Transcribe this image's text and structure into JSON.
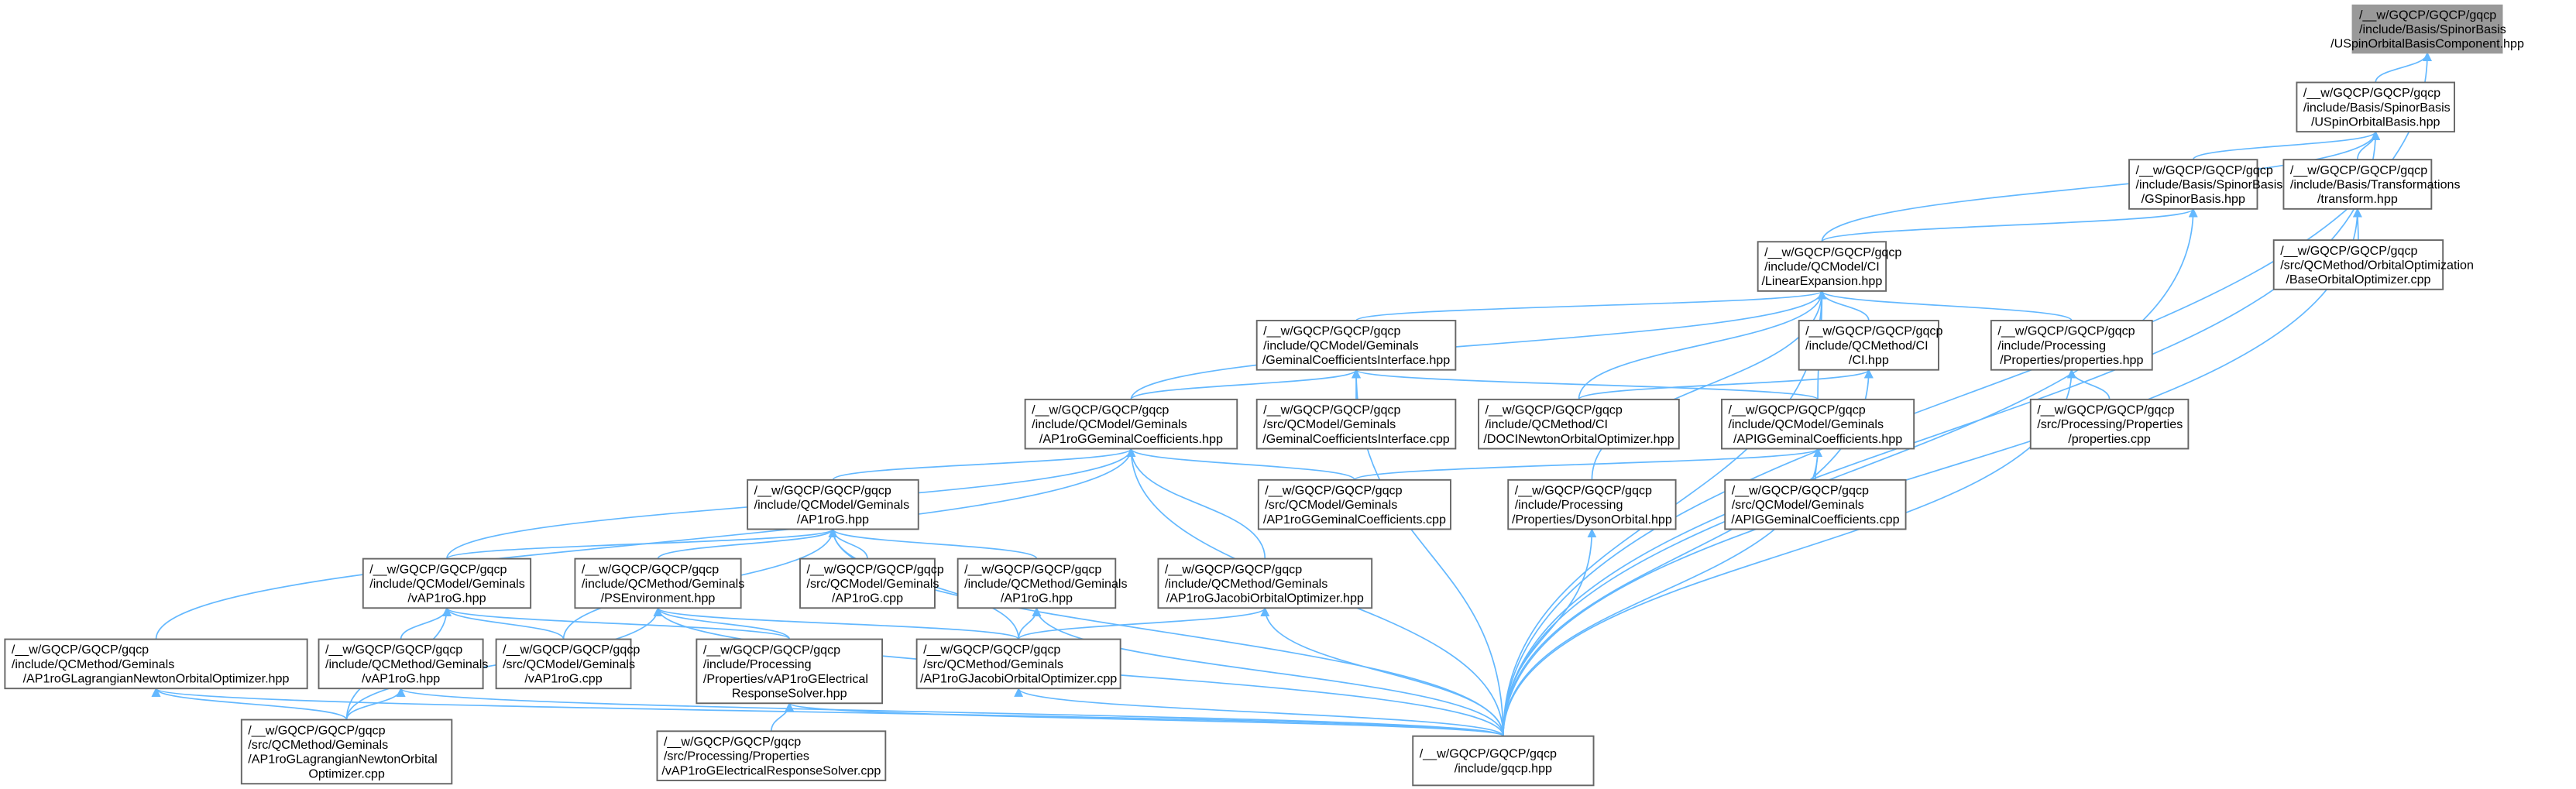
{
  "graph": {
    "colors": {
      "edge": "#63b8ff",
      "border": "#666666",
      "highlight_fill": "#999999"
    },
    "nodes": [
      {
        "id": "n0",
        "lines": [
          "/__w/GQCP/GQCP/gqcp",
          "/include/Basis/SpinorBasis",
          "/USpinOrbitalBasisComponent.hpp"
        ],
        "highlighted": true
      },
      {
        "id": "n1",
        "lines": [
          "/__w/GQCP/GQCP/gqcp",
          "/include/Basis/SpinorBasis",
          "/USpinOrbitalBasis.hpp"
        ]
      },
      {
        "id": "n2",
        "lines": [
          "/__w/GQCP/GQCP/gqcp",
          "/include/Basis/SpinorBasis",
          "/GSpinorBasis.hpp"
        ]
      },
      {
        "id": "n3",
        "lines": [
          "/__w/GQCP/GQCP/gqcp",
          "/include/Basis/Transformations",
          "/transform.hpp"
        ]
      },
      {
        "id": "n4",
        "lines": [
          "/__w/GQCP/GQCP/gqcp",
          "/src/QCMethod/OrbitalOptimization",
          "/BaseOrbitalOptimizer.cpp"
        ]
      },
      {
        "id": "n5",
        "lines": [
          "/__w/GQCP/GQCP/gqcp",
          "/include/QCModel/CI",
          "/LinearExpansion.hpp"
        ]
      },
      {
        "id": "n6",
        "lines": [
          "/__w/GQCP/GQCP/gqcp",
          "/include/QCModel/Geminals",
          "/GeminalCoefficientsInterface.hpp"
        ]
      },
      {
        "id": "n7",
        "lines": [
          "/__w/GQCP/GQCP/gqcp",
          "/include/QCMethod/CI",
          "/CI.hpp"
        ]
      },
      {
        "id": "n8",
        "lines": [
          "/__w/GQCP/GQCP/gqcp",
          "/include/Processing",
          "/Properties/properties.hpp"
        ]
      },
      {
        "id": "n9",
        "lines": [
          "/__w/GQCP/GQCP/gqcp",
          "/include/QCModel/Geminals",
          "/AP1roGGeminalCoefficients.hpp"
        ]
      },
      {
        "id": "n10",
        "lines": [
          "/__w/GQCP/GQCP/gqcp",
          "/src/QCModel/Geminals",
          "/GeminalCoefficientsInterface.cpp"
        ]
      },
      {
        "id": "n11",
        "lines": [
          "/__w/GQCP/GQCP/gqcp",
          "/include/QCMethod/CI",
          "/DOCINewtonOrbitalOptimizer.hpp"
        ]
      },
      {
        "id": "n12",
        "lines": [
          "/__w/GQCP/GQCP/gqcp",
          "/include/QCModel/Geminals",
          "/APIGGeminalCoefficients.hpp"
        ]
      },
      {
        "id": "n13",
        "lines": [
          "/__w/GQCP/GQCP/gqcp",
          "/src/Processing/Properties",
          "/properties.cpp"
        ]
      },
      {
        "id": "n14",
        "lines": [
          "/__w/GQCP/GQCP/gqcp",
          "/include/QCModel/Geminals",
          "/AP1roG.hpp"
        ]
      },
      {
        "id": "n15",
        "lines": [
          "/__w/GQCP/GQCP/gqcp",
          "/src/QCModel/Geminals",
          "/AP1roGGeminalCoefficients.cpp"
        ]
      },
      {
        "id": "n16",
        "lines": [
          "/__w/GQCP/GQCP/gqcp",
          "/include/Processing",
          "/Properties/DysonOrbital.hpp"
        ]
      },
      {
        "id": "n17",
        "lines": [
          "/__w/GQCP/GQCP/gqcp",
          "/src/QCModel/Geminals",
          "/APIGGeminalCoefficients.cpp"
        ]
      },
      {
        "id": "n18",
        "lines": [
          "/__w/GQCP/GQCP/gqcp",
          "/include/QCModel/Geminals",
          "/vAP1roG.hpp"
        ]
      },
      {
        "id": "n19",
        "lines": [
          "/__w/GQCP/GQCP/gqcp",
          "/include/QCMethod/Geminals",
          "/PSEnvironment.hpp"
        ]
      },
      {
        "id": "n20",
        "lines": [
          "/__w/GQCP/GQCP/gqcp",
          "/src/QCModel/Geminals",
          "/AP1roG.cpp"
        ]
      },
      {
        "id": "n21",
        "lines": [
          "/__w/GQCP/GQCP/gqcp",
          "/include/QCMethod/Geminals",
          "/AP1roG.hpp"
        ]
      },
      {
        "id": "n22",
        "lines": [
          "/__w/GQCP/GQCP/gqcp",
          "/include/QCMethod/Geminals",
          "/AP1roGJacobiOrbitalOptimizer.hpp"
        ]
      },
      {
        "id": "n23",
        "lines": [
          "/__w/GQCP/GQCP/gqcp",
          "/include/QCMethod/Geminals",
          "/AP1roGLagrangianNewtonOrbitalOptimizer.hpp"
        ]
      },
      {
        "id": "n24",
        "lines": [
          "/__w/GQCP/GQCP/gqcp",
          "/include/QCMethod/Geminals",
          "/vAP1roG.hpp"
        ]
      },
      {
        "id": "n25",
        "lines": [
          "/__w/GQCP/GQCP/gqcp",
          "/src/QCModel/Geminals",
          "/vAP1roG.cpp"
        ]
      },
      {
        "id": "n26",
        "lines": [
          "/__w/GQCP/GQCP/gqcp",
          "/include/Processing",
          "/Properties/vAP1roGElectrical",
          "ResponseSolver.hpp"
        ]
      },
      {
        "id": "n27",
        "lines": [
          "/__w/GQCP/GQCP/gqcp",
          "/src/QCMethod/Geminals",
          "/AP1roGJacobiOrbitalOptimizer.cpp"
        ]
      },
      {
        "id": "n28",
        "lines": [
          "/__w/GQCP/GQCP/gqcp",
          "/src/QCMethod/Geminals",
          "/AP1roGLagrangianNewtonOrbital",
          "Optimizer.cpp"
        ]
      },
      {
        "id": "n29",
        "lines": [
          "/__w/GQCP/GQCP/gqcp",
          "/include/gqcp.hpp"
        ]
      },
      {
        "id": "n30",
        "lines": [
          "/__w/GQCP/GQCP/gqcp",
          "/src/Processing/Properties",
          "/vAP1roGElectricalResponseSolver.cpp"
        ]
      }
    ],
    "edges": [
      [
        "n1",
        "n0"
      ],
      [
        "n29",
        "n0"
      ],
      [
        "n2",
        "n1"
      ],
      [
        "n3",
        "n1"
      ],
      [
        "n5",
        "n1"
      ],
      [
        "n29",
        "n1"
      ],
      [
        "n4",
        "n3"
      ],
      [
        "n29",
        "n3"
      ],
      [
        "n5",
        "n2"
      ],
      [
        "n29",
        "n2"
      ],
      [
        "n6",
        "n5"
      ],
      [
        "n7",
        "n5"
      ],
      [
        "n8",
        "n5"
      ],
      [
        "n9",
        "n5"
      ],
      [
        "n11",
        "n5"
      ],
      [
        "n12",
        "n5"
      ],
      [
        "n16",
        "n5"
      ],
      [
        "n29",
        "n5"
      ],
      [
        "n9",
        "n6"
      ],
      [
        "n10",
        "n6"
      ],
      [
        "n12",
        "n6"
      ],
      [
        "n29",
        "n6"
      ],
      [
        "n11",
        "n7"
      ],
      [
        "n29",
        "n7"
      ],
      [
        "n13",
        "n8"
      ],
      [
        "n29",
        "n8"
      ],
      [
        "n14",
        "n9"
      ],
      [
        "n15",
        "n9"
      ],
      [
        "n18",
        "n9"
      ],
      [
        "n22",
        "n9"
      ],
      [
        "n23",
        "n9"
      ],
      [
        "n29",
        "n9"
      ],
      [
        "n15",
        "n12"
      ],
      [
        "n17",
        "n12"
      ],
      [
        "n29",
        "n12"
      ],
      [
        "n29",
        "n16"
      ],
      [
        "n18",
        "n14"
      ],
      [
        "n19",
        "n14"
      ],
      [
        "n20",
        "n14"
      ],
      [
        "n21",
        "n14"
      ],
      [
        "n25",
        "n14"
      ],
      [
        "n27",
        "n14"
      ],
      [
        "n29",
        "n14"
      ],
      [
        "n24",
        "n18"
      ],
      [
        "n25",
        "n18"
      ],
      [
        "n26",
        "n18"
      ],
      [
        "n28",
        "n18"
      ],
      [
        "n28",
        "n19"
      ],
      [
        "n26",
        "n19"
      ],
      [
        "n27",
        "n19"
      ],
      [
        "n29",
        "n19"
      ],
      [
        "n27",
        "n21"
      ],
      [
        "n29",
        "n21"
      ],
      [
        "n27",
        "n22"
      ],
      [
        "n29",
        "n22"
      ],
      [
        "n28",
        "n23"
      ],
      [
        "n29",
        "n23"
      ],
      [
        "n28",
        "n24"
      ],
      [
        "n29",
        "n24"
      ],
      [
        "n29",
        "n26"
      ],
      [
        "n30",
        "n26"
      ],
      [
        "n29",
        "n27"
      ]
    ]
  }
}
